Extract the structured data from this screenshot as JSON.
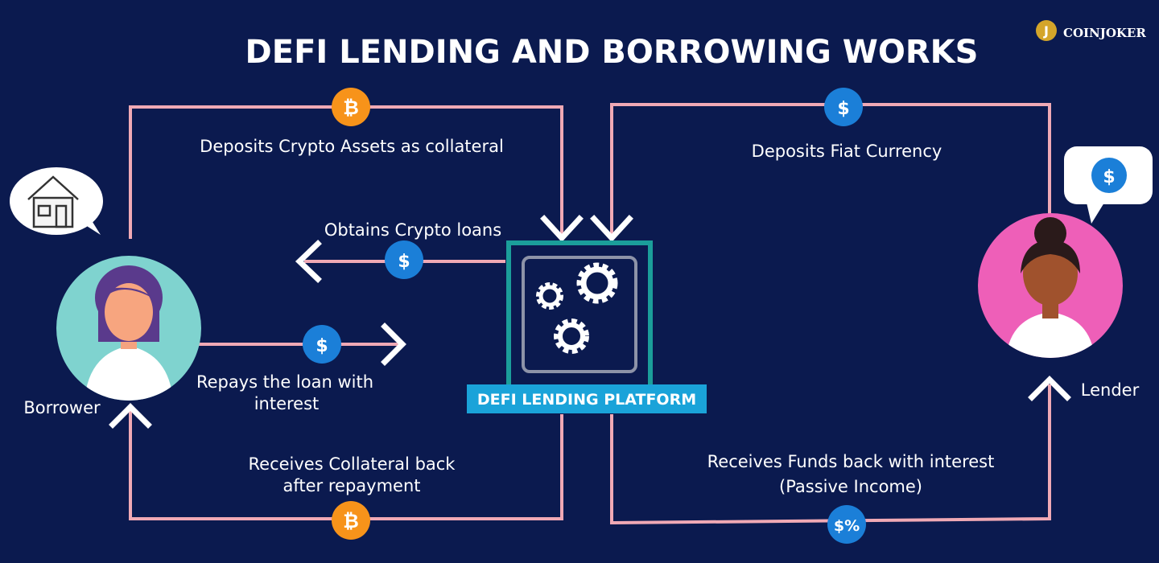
{
  "title": "DEFI LENDING AND BORROWING WORKS",
  "logo": {
    "text": "COINJOKER"
  },
  "platform": {
    "label": "DEFI LENDING PLATFORM"
  },
  "actors": {
    "borrower": "Borrower",
    "lender": "Lender"
  },
  "flows": {
    "deposit_crypto": "Deposits Crypto Assets as collateral",
    "deposit_fiat": "Deposits Fiat Currency",
    "obtains_loans": "Obtains Crypto loans",
    "repays_line1": "Repays the loan with",
    "repays_line2": "interest",
    "receives_collateral_line1": "Receives Collateral back",
    "receives_collateral_line2": "after repayment",
    "receives_funds_line1": "Receives Funds back with interest",
    "receives_funds_line2": "(Passive Income)"
  },
  "coins": {
    "bitcoin": "₿",
    "dollar": "$",
    "dollar_percent": "$%",
    "percent": "%"
  },
  "colors": {
    "background": "#0b1a4f",
    "line": "#f0a9b5",
    "bitcoin": "#f7931a",
    "dollar": "#1b7fd8",
    "platform": "#1aa3d9",
    "borrower": "#7fd3cf",
    "lender": "#ee5fb8"
  }
}
